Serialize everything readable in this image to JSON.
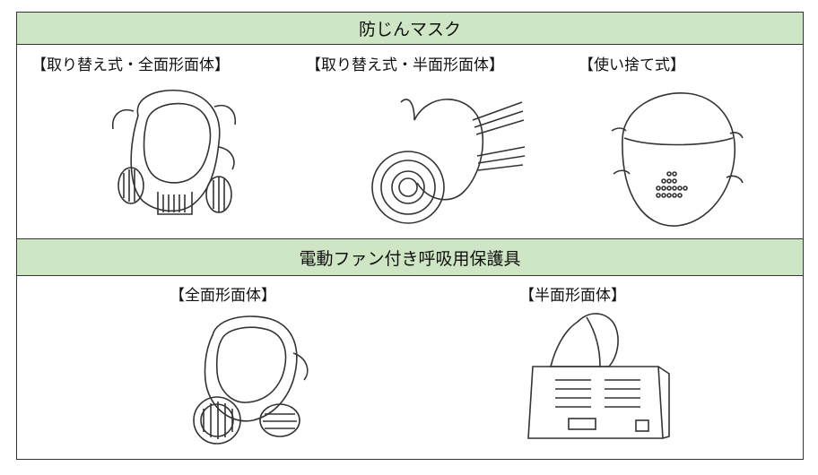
{
  "section1": {
    "title": "防じんマスク",
    "items": [
      {
        "label": "【取り替え式・全面形面体】",
        "icon": "full-face-mask-icon"
      },
      {
        "label": "【取り替え式・半面形面体】",
        "icon": "half-mask-cartridge-icon"
      },
      {
        "label": "【使い捨て式】",
        "icon": "disposable-mask-icon"
      }
    ]
  },
  "section2": {
    "title": "電動ファン付き呼吸用保護具",
    "items": [
      {
        "label": "【全面形面体】",
        "icon": "powered-full-face-mask-icon"
      },
      {
        "label": "【半面形面体】",
        "icon": "powered-half-mask-icon"
      }
    ]
  },
  "colors": {
    "header_fill": "#cfe6c5",
    "border": "#333333"
  }
}
